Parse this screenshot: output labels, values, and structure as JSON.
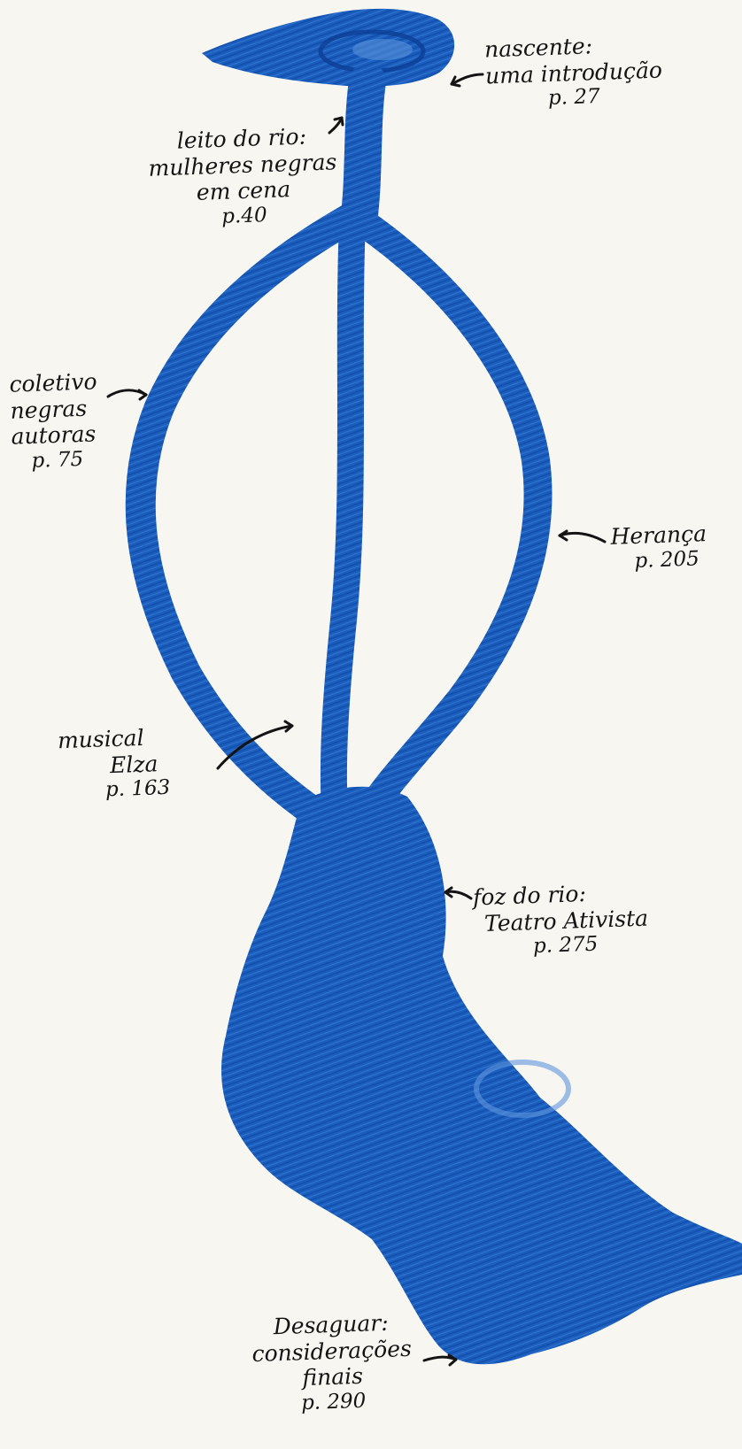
{
  "map": {
    "ink_color": "#1a5fc0",
    "ink_dark": "#0d3f95",
    "ink_light": "#5f96dd",
    "paper_color": "#f7f6f1",
    "stations": {
      "nascente": {
        "lines": [
          "nascente:",
          "uma introdução"
        ],
        "page": "p. 27"
      },
      "leito": {
        "lines": [
          "leito do rio:",
          "mulheres negras",
          "em cena"
        ],
        "page": "p.40"
      },
      "coletivo": {
        "lines": [
          "coletivo",
          "negras",
          "autoras"
        ],
        "page": "p. 75"
      },
      "heranca": {
        "lines": [
          "Herança"
        ],
        "page": "p. 205"
      },
      "musical": {
        "lines": [
          "musical",
          "Elza"
        ],
        "page": "p. 163"
      },
      "foz": {
        "lines": [
          "foz do rio:",
          "Teatro Ativista"
        ],
        "page": "p. 275"
      },
      "desaguar": {
        "lines": [
          "Desaguar:",
          "considerações",
          "finais"
        ],
        "page": "p. 290"
      }
    }
  }
}
